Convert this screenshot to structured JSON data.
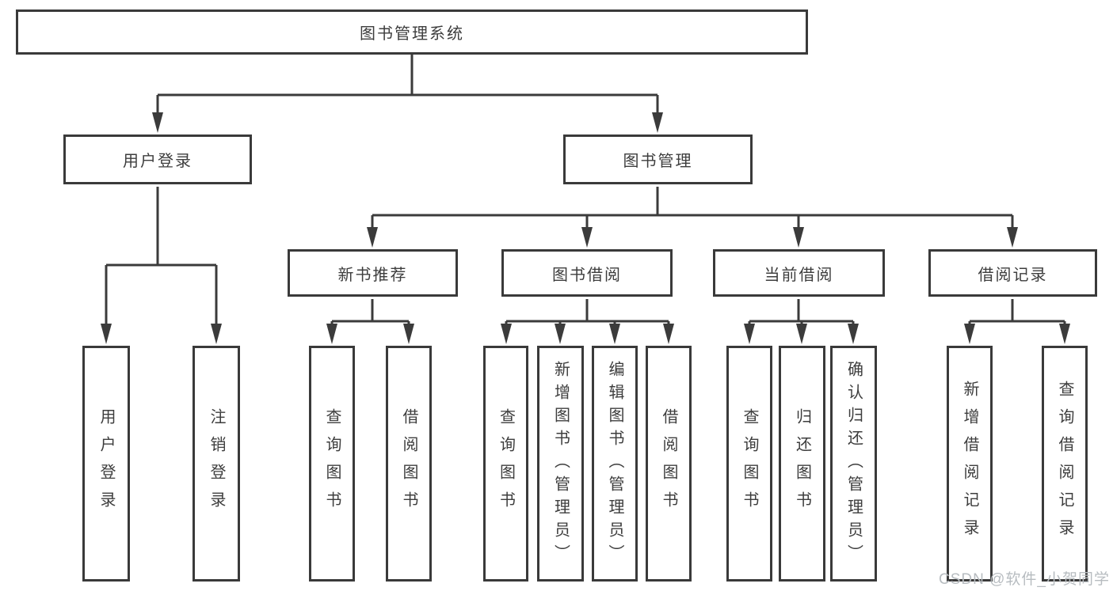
{
  "diagram": {
    "title": "图书管理系统",
    "branches": [
      {
        "label": "用户登录",
        "children": [
          "用户登录",
          "注销登录"
        ]
      },
      {
        "label": "图书管理",
        "children": [
          {
            "label": "新书推荐",
            "children": [
              "查询图书",
              "借阅图书"
            ]
          },
          {
            "label": "图书借阅",
            "children": [
              "查询图书",
              "新增图书（管理员）",
              "编辑图书（管理员）",
              "借阅图书"
            ]
          },
          {
            "label": "当前借阅",
            "children": [
              "查询图书",
              "归还图书",
              "确认归还（管理员）"
            ]
          },
          {
            "label": "借阅记录",
            "children": [
              "新增借阅记录",
              "查询借阅记录"
            ]
          }
        ]
      }
    ]
  },
  "colors": {
    "line": "#3b3b3b",
    "text": "#3d3d3d",
    "box_background": "#ffffff",
    "watermark": "#b7bcc0"
  },
  "watermark": "CSDN @软件_小贺同学"
}
